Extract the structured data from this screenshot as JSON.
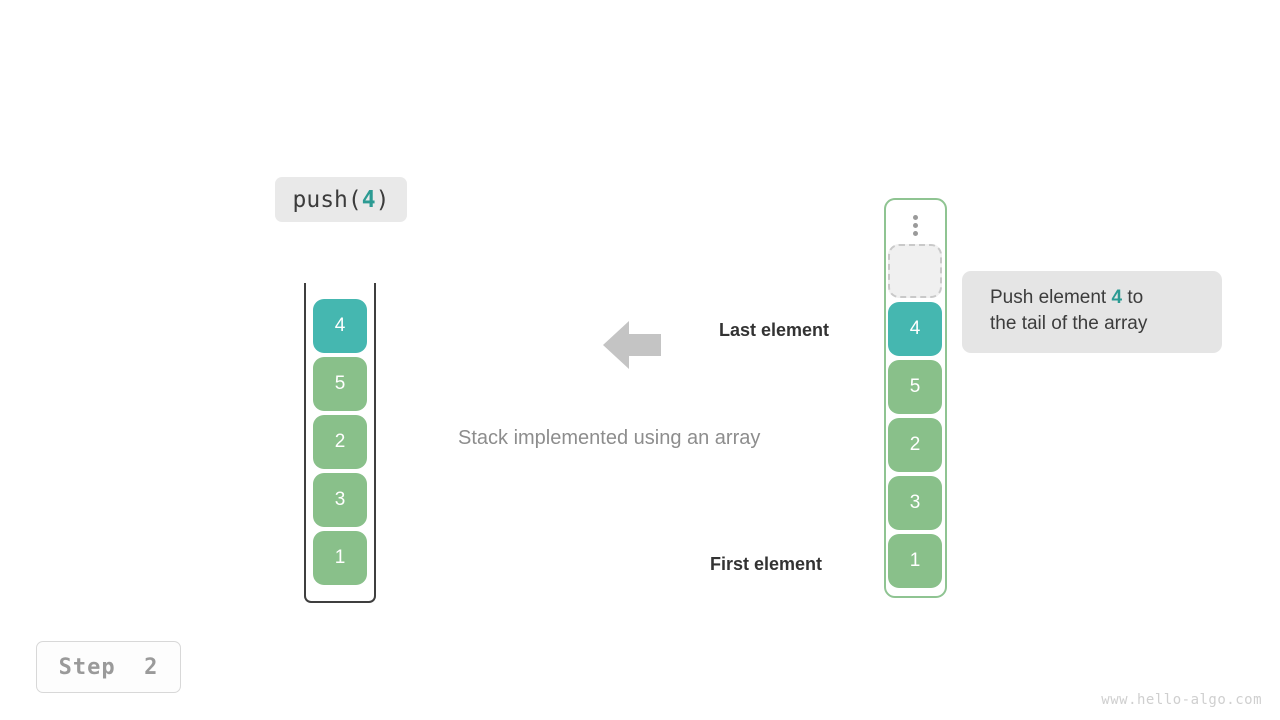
{
  "operation": {
    "prefix": "push(",
    "value": "4",
    "suffix": ")"
  },
  "stack": {
    "caption": "Stack implemented using an array",
    "cells": [
      {
        "value": "4",
        "color": "teal"
      },
      {
        "value": "5",
        "color": "green"
      },
      {
        "value": "2",
        "color": "green"
      },
      {
        "value": "3",
        "color": "green"
      },
      {
        "value": "1",
        "color": "green"
      }
    ]
  },
  "labels": {
    "last_element": "Last element",
    "first_element": "First element"
  },
  "array": {
    "ellipsis": "vertical-ellipsis-icon",
    "cells": [
      {
        "value": "",
        "color": "empty"
      },
      {
        "value": "4",
        "color": "teal"
      },
      {
        "value": "5",
        "color": "green"
      },
      {
        "value": "2",
        "color": "green"
      },
      {
        "value": "3",
        "color": "green"
      },
      {
        "value": "1",
        "color": "green"
      }
    ]
  },
  "tooltip": {
    "line1_prefix": "Push element ",
    "line1_value": "4",
    "line1_suffix": " to",
    "line2": "the tail of the array"
  },
  "step": {
    "label": "Step  2"
  },
  "watermark": "www.hello-algo.com",
  "colors": {
    "teal": "#45b7b0",
    "green": "#89c08a",
    "accent_text": "#2c9b93",
    "arrow_gray": "#c4c4c4",
    "frame_dark": "#3f3f3f",
    "frame_green": "#8fc492"
  }
}
